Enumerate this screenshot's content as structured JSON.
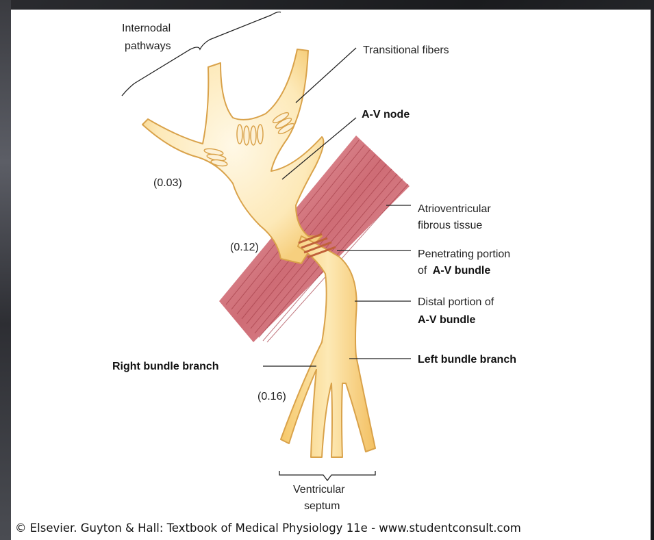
{
  "diagram": {
    "labels": {
      "internodal_line1": "Internodal",
      "internodal_line2": "pathways",
      "transitional_fibers": "Transitional fibers",
      "av_node": "A-V node",
      "delay_003": "(0.03)",
      "delay_012": "(0.12)",
      "delay_016": "(0.16)",
      "av_fibrous_line1": "Atrioventricular",
      "av_fibrous_line2": "fibrous tissue",
      "penetrating_line1": "Penetrating portion",
      "penetrating_line2_prefix": "of ",
      "penetrating_line2_bold": "A-V bundle",
      "distal_line1": "Distal portion of",
      "distal_line2": "A-V bundle",
      "right_bundle_branch": "Right bundle branch",
      "left_bundle_branch": "Left bundle branch",
      "ventricular_line1": "Ventricular",
      "ventricular_line2": "septum"
    },
    "colors": {
      "conduction_fill": "#fbe3a6",
      "conduction_stroke": "#d9a64a",
      "fibrous_tissue": "#c8626a",
      "fiber_lines": "#a03a44"
    }
  },
  "footer": {
    "credit": "© Elsevier. Guyton & Hall: Textbook of Medical Physiology 11e - www.studentconsult.com"
  }
}
